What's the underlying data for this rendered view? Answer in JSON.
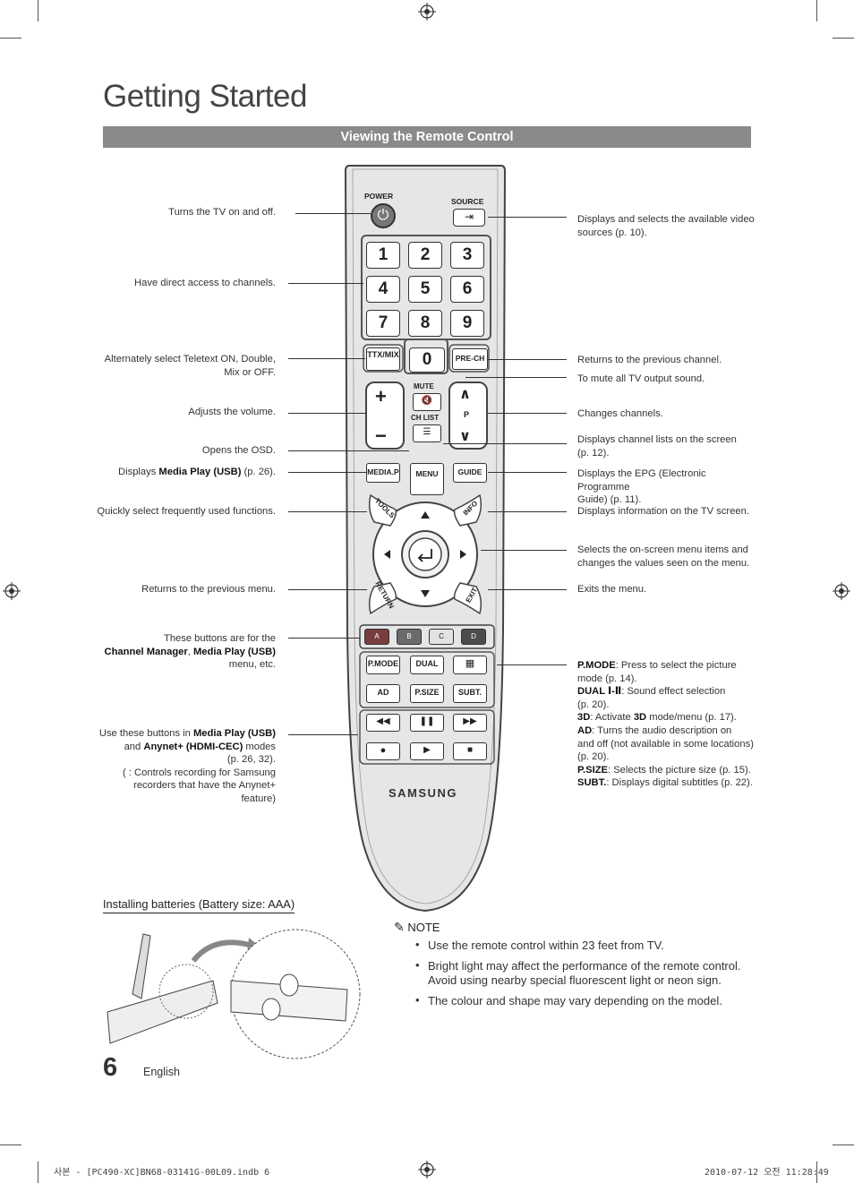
{
  "page": {
    "title": "Getting Started",
    "section_title": "Viewing the Remote Control",
    "page_number": "6",
    "language": "English",
    "footer_left": "사본 - [PC490-XC]BN68-03141G-00L09.indb   6",
    "footer_right": "2010-07-12   오전 11:28:49"
  },
  "left_labels": {
    "power": "Turns the TV on and off.",
    "numbers": "Have direct access to channels.",
    "ttx_1": "Alternately select Teletext ON, Double,",
    "ttx_2": "Mix or OFF.",
    "volume": "Adjusts the volume.",
    "osd": "Opens the OSD.",
    "media_pre": "Displays ",
    "media_bold": "Media Play (USB)",
    "media_post": " (p. 26).",
    "tools": "Quickly select frequently used functions.",
    "return": "Returns to the previous menu.",
    "color_1": "These buttons are for the",
    "color_2a": "Channel Manager",
    "color_2b": ", ",
    "color_2c": "Media Play (USB)",
    "color_3": "menu, etc.",
    "play_1a": "Use these buttons in ",
    "play_1b": "Media Play (USB)",
    "play_2a": "and ",
    "play_2b": "Anynet+ (HDMI-CEC)",
    "play_2c": " modes",
    "play_3": "(p. 26, 32).",
    "play_4": "(    : Controls recording for Samsung",
    "play_5": "recorders that have the Anynet+ feature)"
  },
  "right_labels": {
    "source_1": "Displays and selects the available video",
    "source_2": "sources (p. 10).",
    "prech": "Returns to the previous channel.",
    "mute": "To mute all TV output sound.",
    "channel": "Changes channels.",
    "chlist_1": "Displays channel lists on the screen",
    "chlist_2": "(p. 12).",
    "guide_1": "Displays the EPG (Electronic Programme",
    "guide_2": "Guide) (p. 11).",
    "info": "Displays information on the TV screen.",
    "nav_1": "Selects the on-screen menu items and",
    "nav_2": "changes the values seen on the menu.",
    "exit": "Exits the menu.",
    "pmode_b": "P.MODE",
    "pmode_t": ": Press to select the picture",
    "pmode_2": "mode (p. 14).",
    "dual_b": "DUAL Ⅰ-Ⅱ",
    "dual_t": ": Sound effect selection",
    "dual_2": "(p. 20).",
    "d3_b": "3D",
    "d3_t1": ": Activate ",
    "d3_b2": "3D",
    "d3_t2": " mode/menu (p. 17).",
    "ad_b": "AD",
    "ad_t": ": Turns the audio description on",
    "ad_2": "and off (not available in some locations)",
    "ad_3": "(p. 20).",
    "psize_b": "P.SIZE",
    "psize_t": ": Selects the picture size (p. 15).",
    "subt_b": "SUBT.",
    "subt_t": ": Displays digital subtitles (p. 22)."
  },
  "remote": {
    "power": "POWER",
    "source": "SOURCE",
    "digits": [
      "1",
      "2",
      "3",
      "4",
      "5",
      "6",
      "7",
      "8",
      "9"
    ],
    "zero": "0",
    "ttx": "TTX/MIX",
    "prech": "PRE-CH",
    "mute": "MUTE",
    "chlist": "CH LIST",
    "p": "P",
    "mediap": "MEDIA.P",
    "menu": "MENU",
    "guide": "GUIDE",
    "tools": "TOOLS",
    "info": "INFO",
    "return": "RETURN",
    "exit": "EXIT",
    "colors": [
      "A",
      "B",
      "C",
      "D"
    ],
    "color_values": [
      "#7a3d3d",
      "#6b6b6b",
      "#e2e2e2",
      "#4d4d4d"
    ],
    "pmode": "P.MODE",
    "dual": "DUAL",
    "ad": "AD",
    "psize": "P.SIZE",
    "subt": "SUBT.",
    "brand": "SAMSUNG"
  },
  "installing": "Installing batteries (Battery size: AAA)",
  "note": {
    "heading": "NOTE",
    "bullets": [
      "Use the remote control within 23 feet from TV.",
      "Bright light may affect the performance of the remote control. Avoid using nearby special fluorescent light or neon sign.",
      "The colour and shape may vary depending on the model."
    ]
  }
}
